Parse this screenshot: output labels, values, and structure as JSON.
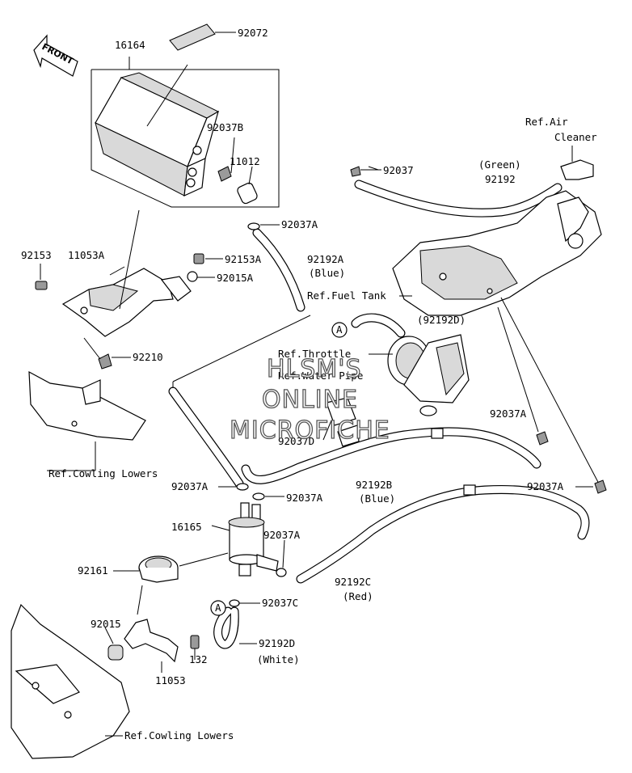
{
  "front_label": "FRONT",
  "watermark": [
    "HLSM'S",
    "ONLINE",
    "MICROFICHE"
  ],
  "labels": {
    "p16164": "16164",
    "p92072": "92072",
    "p92037B": "92037B",
    "p11012": "11012",
    "p92037_top": "92037",
    "ref_air_cleaner_1": "Ref.Air",
    "ref_air_cleaner_2": "Cleaner",
    "green": "(Green)",
    "p92192": "92192",
    "p92037A_1": "92037A",
    "p92153": "92153",
    "p11053A": "11053A",
    "p92153A": "92153A",
    "p92192A": "92192A",
    "blue_a": "(Blue)",
    "p92015A": "92015A",
    "ref_fuel_tank": "Ref.Fuel Tank",
    "marker_a": "A",
    "p92192D_paren": "(92192D)",
    "ref_throttle": "Ref.Throttle",
    "ref_water_pipe": "Ref.Water Pipe",
    "p92210": "92210",
    "p92037A_right1": "92037A",
    "p92037D": "92037D",
    "ref_cowling_1": "Ref.Cowling Lowers",
    "p92037A_left": "92037A",
    "p92037A_mid": "92037A",
    "p92192B": "92192B",
    "blue_b": "(Blue)",
    "p92037A_right2": "92037A",
    "p16165": "16165",
    "p92037A_pump": "92037A",
    "p92161": "92161",
    "p92192C": "92192C",
    "red": "(Red)",
    "p92037C": "92037C",
    "marker_a2": "A",
    "p92015": "92015",
    "p132": "132",
    "p92192D": "92192D",
    "white": "(White)",
    "p11053": "11053",
    "ref_cowling_2": "Ref.Cowling Lowers"
  }
}
